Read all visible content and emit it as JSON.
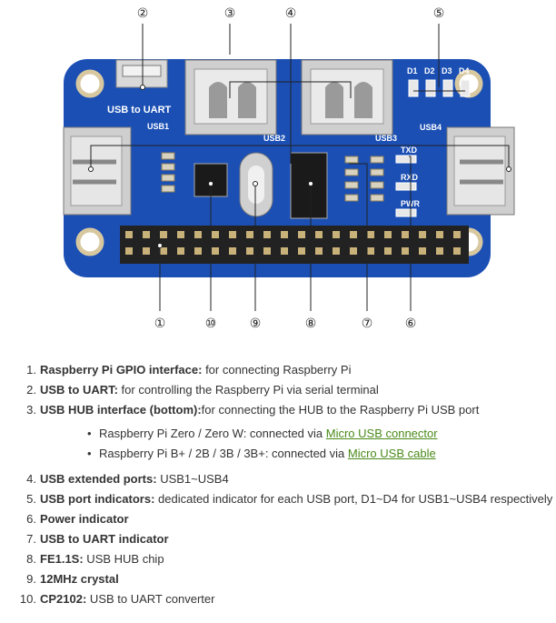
{
  "board": {
    "title_label": "USB to UART",
    "usb1_label": "USB1",
    "usb2_label": "USB2",
    "usb3_label": "USB3",
    "usb4_label": "USB4",
    "d1_label": "D1",
    "d2_label": "D2",
    "d3_label": "D3",
    "d4_label": "D4",
    "txd_label": "TXD",
    "rxd_label": "RXD",
    "pwr_label": "PWR"
  },
  "callouts": {
    "n1": "①",
    "n2": "②",
    "n3": "③",
    "n4": "④",
    "n5": "⑤",
    "n6": "⑥",
    "n7": "⑦",
    "n8": "⑧",
    "n9": "⑨",
    "n10": "⑩"
  },
  "items": [
    {
      "num": "1.",
      "term": "Raspberry Pi GPIO interface:",
      "desc": " for connecting Raspberry Pi"
    },
    {
      "num": "2.",
      "term": "USB to UART:",
      "desc": " for controlling the Raspberry Pi via serial terminal"
    },
    {
      "num": "3.",
      "term": "USB HUB interface (bottom):",
      "desc": "for connecting the HUB to the Raspberry Pi USB port",
      "subitems": [
        {
          "text": "Raspberry Pi Zero / Zero W: connected via ",
          "link": "Micro USB connector"
        },
        {
          "text": "Raspberry Pi B+ / 2B / 3B / 3B+: connected via ",
          "link": "Micro USB cable"
        }
      ]
    },
    {
      "num": "4.",
      "term": "USB extended ports:",
      "desc": " USB1~USB4"
    },
    {
      "num": "5.",
      "term": "USB port indicators:",
      "desc": " dedicated indicator for each USB port, D1~D4 for USB1~USB4 respectively"
    },
    {
      "num": "6.",
      "term": "Power indicator",
      "desc": ""
    },
    {
      "num": "7.",
      "term": "USB to UART indicator",
      "desc": ""
    },
    {
      "num": "8.",
      "term": "FE1.1S:",
      "desc": " USB HUB chip"
    },
    {
      "num": "9.",
      "term": "12MHz crystal",
      "desc": ""
    },
    {
      "num": "10.",
      "term": "CP2102:",
      "desc": " USB to UART converter"
    }
  ],
  "colors": {
    "pcb": "#1b4fb4",
    "link": "#4a8a1a",
    "text": "#333333"
  }
}
